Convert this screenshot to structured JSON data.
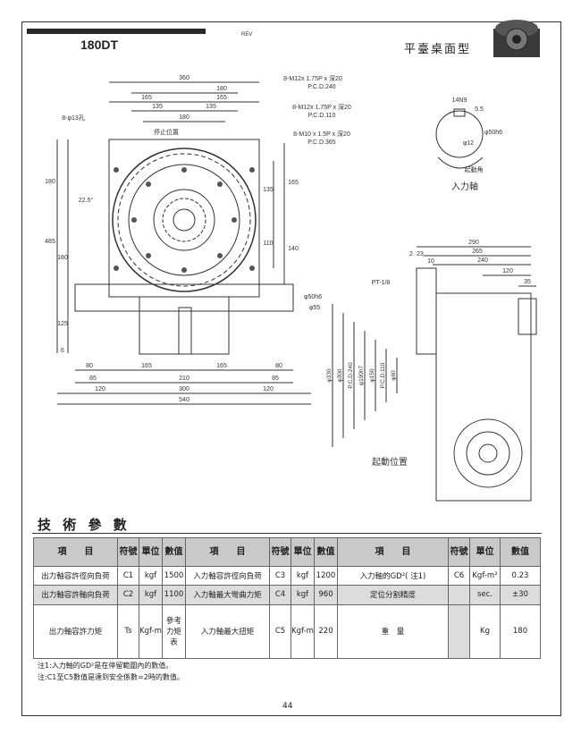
{
  "header": {
    "model": "180DT",
    "title": "平臺桌面型",
    "margin_mark": "REV"
  },
  "drawing": {
    "top_dims": [
      "360",
      "180",
      "165",
      "165",
      "135",
      "135",
      "180"
    ],
    "hole_label": "8-φ13孔",
    "stop_label": "停止位置",
    "angle": "22.5°",
    "callouts": [
      "8-M12x 1.75P x 深20",
      "P.C.D.240",
      "8-M12x 1.75P x 深20",
      "P.C.D.110",
      "8-M10 x 1.5P x 深20",
      "P.C.D.365"
    ],
    "left_dims": [
      "180",
      "485",
      "180",
      "125",
      "6"
    ],
    "mid_dims": [
      "135",
      "165",
      "110",
      "140",
      "φ50h6",
      "φ55"
    ],
    "bottom_dims": [
      "80",
      "165",
      "165",
      "80",
      "85",
      "210",
      "85",
      "120",
      "300",
      "120",
      "540"
    ],
    "key_label": "14N9",
    "key_dims": [
      "5.5",
      "φ50h6",
      "φ12"
    ],
    "input_angle": "起動角",
    "input_axis": "入力軸",
    "side_dims": [
      "290",
      "265",
      "240",
      "120",
      "35",
      "2",
      "23",
      "10"
    ],
    "pt": "PT-1/8",
    "side_diams": [
      "φ330",
      "φ300",
      "P.C.D.240",
      "φ190h7",
      "φ150",
      "P.C.D.110",
      "φ60"
    ],
    "start_pos": "起動位置"
  },
  "spec": {
    "title": "技 術 參 數",
    "headers": {
      "item": "項　　目",
      "symbol": "符號",
      "unit": "單位",
      "value": "數值"
    },
    "rows": [
      [
        {
          "item": "出力軸容許徑向負荷",
          "sym": "C1",
          "unit": "kgf",
          "val": "1500"
        },
        {
          "item": "入力軸容許徑向負荷",
          "sym": "C3",
          "unit": "kgf",
          "val": "1200"
        },
        {
          "item": "入力軸的GD²( 注1)",
          "sym": "C6",
          "unit": "Kgf-m²",
          "val": "0.23"
        }
      ],
      [
        {
          "item": "出力軸容許軸向負荷",
          "sym": "C2",
          "unit": "kgf",
          "val": "1100"
        },
        {
          "item": "入力軸最大彎曲力矩",
          "sym": "C4",
          "unit": "kgf",
          "val": "960"
        },
        {
          "item": "定位分割精度",
          "sym": "",
          "unit": "sec.",
          "val": "±30"
        }
      ],
      [
        {
          "item": "出力軸容許力矩",
          "sym": "Ts",
          "unit": "Kgf-m",
          "val": "參考力矩表"
        },
        {
          "item": "入力軸最大扭矩",
          "sym": "C5",
          "unit": "Kgf-m",
          "val": "220"
        },
        {
          "item": "重　量",
          "sym": "",
          "unit": "Kg",
          "val": "180"
        }
      ]
    ]
  },
  "notes": [
    "注1:入力軸的GD²是在停留範圍內的數值。",
    "注:C1至C5數值是達到安全係數=2時的數值。"
  ],
  "page_no": "44"
}
